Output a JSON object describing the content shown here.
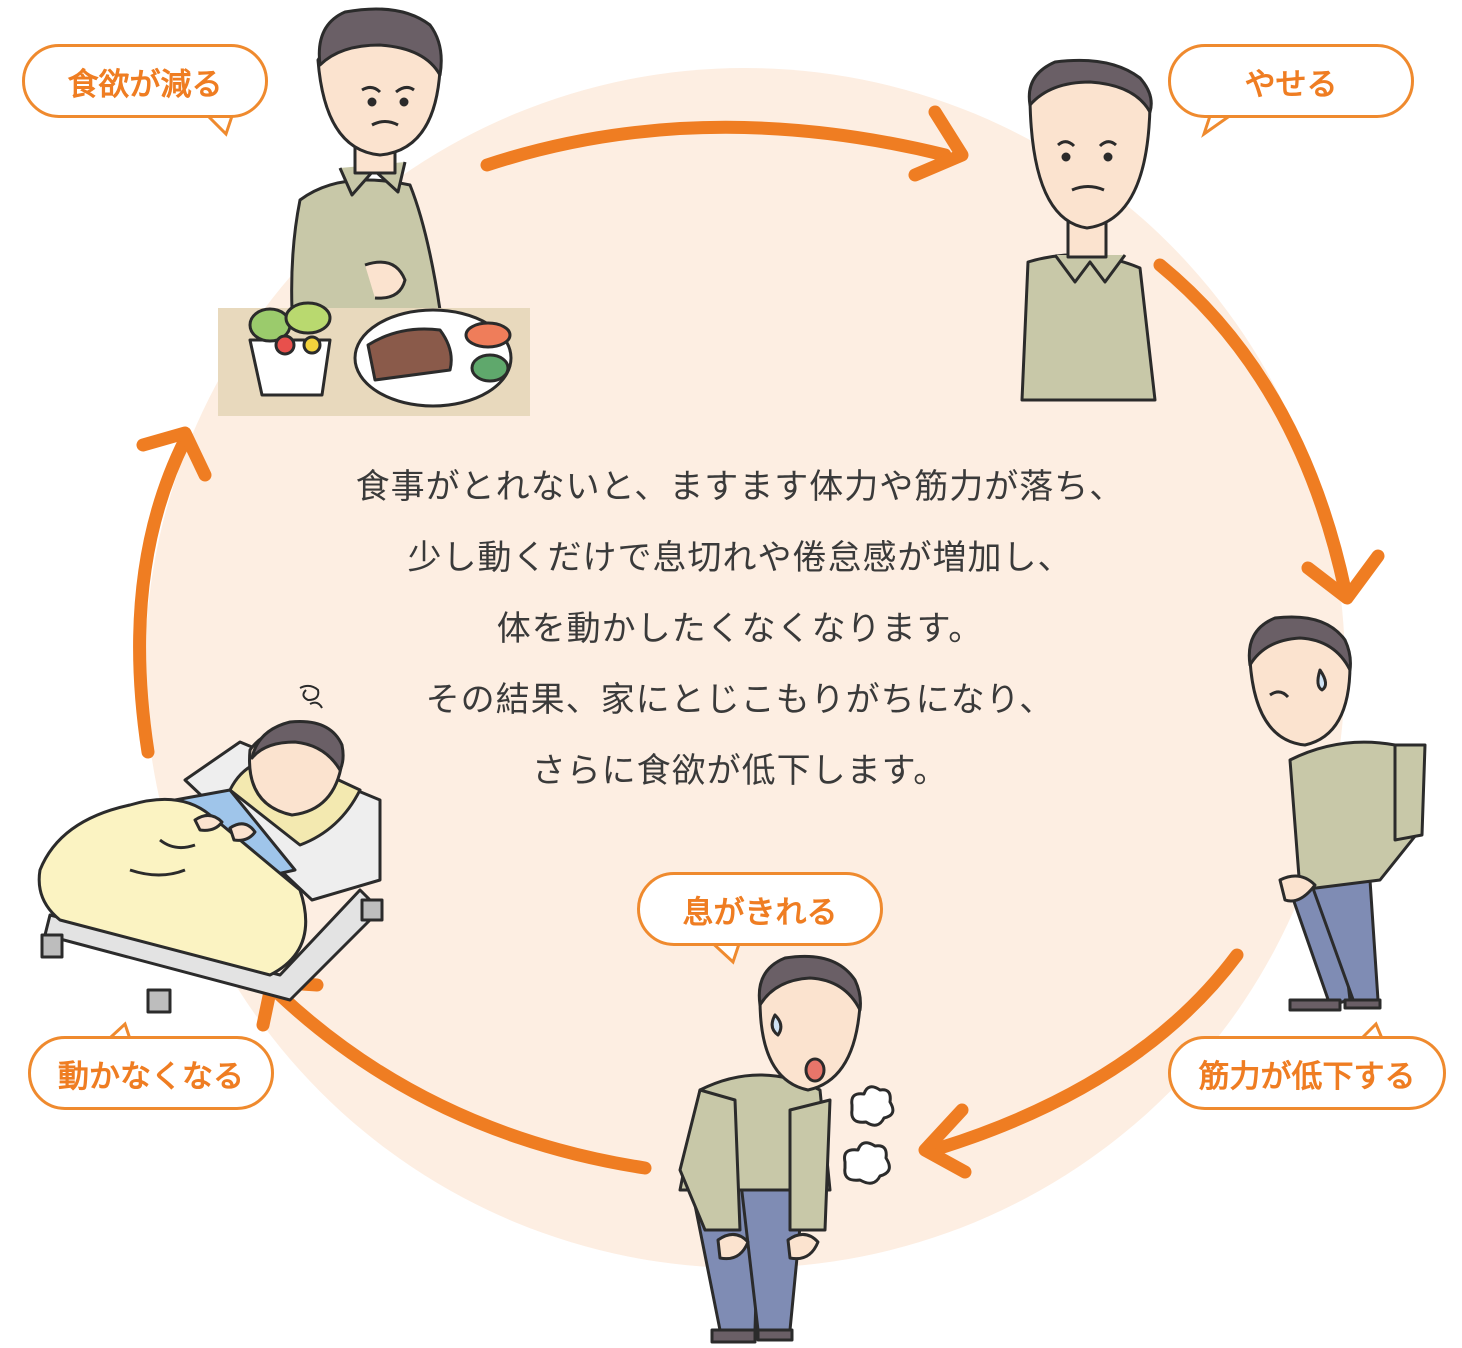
{
  "center_text": [
    "食事がとれないと、ますます体力や筋力が落ち、",
    "少し動くだけで息切れや倦怠感が増加し、",
    "体を動かしたくなくなります。",
    "その結果、家にとじこもりがちになり、",
    "さらに食欲が低下します。"
  ],
  "stages": [
    {
      "label": "食欲が減る",
      "scene": "man holding stomach in front of salad and steak"
    },
    {
      "label": "やせる",
      "scene": "thin man"
    },
    {
      "label": "筋力が低下する",
      "scene": "man bending with hand on knee"
    },
    {
      "label": "息がきれる",
      "scene": "man panting with hands on knees"
    },
    {
      "label": "動かなくなる",
      "scene": "man lying in bed"
    }
  ],
  "colors": {
    "accent": "#ef7d22",
    "circle_fill": "#fdeee2",
    "shirt": "#c8c8a8",
    "pants": "#7f8cb4",
    "hair": "#6a5f66",
    "skin": "#fbe3cf",
    "blanket": "#fbf3c2"
  }
}
